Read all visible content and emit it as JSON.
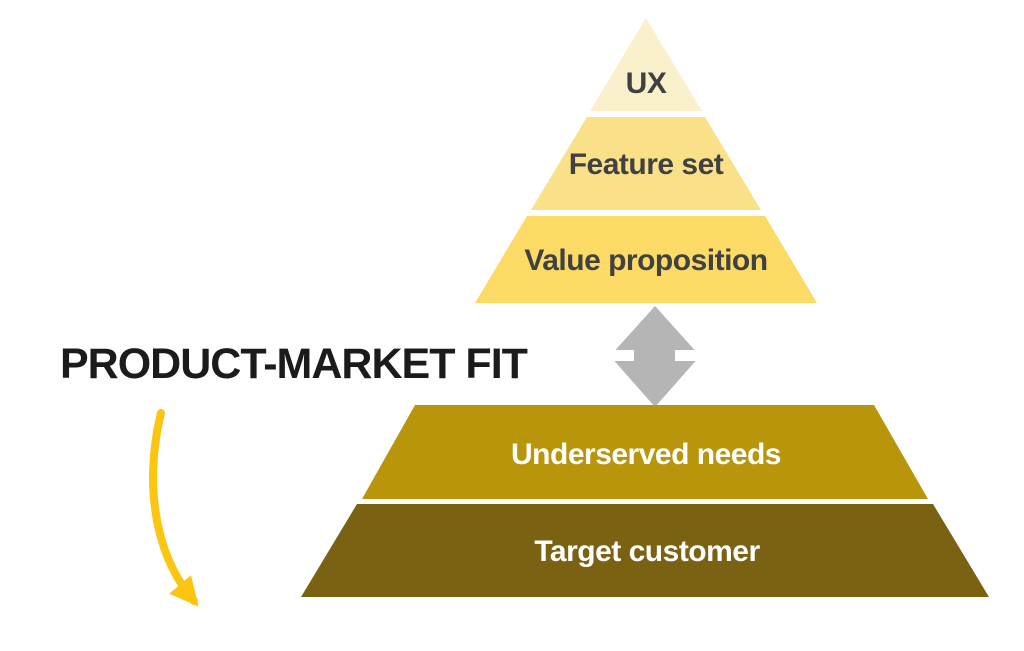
{
  "diagram": {
    "title": "PRODUCT-MARKET FIT",
    "title_color": "#1b1b1b",
    "background_color": "#ffffff",
    "connector": {
      "name": "up-down-arrow",
      "color": "#b5b5b5"
    },
    "pmf_arrow": {
      "name": "curved-down-arrow",
      "color": "#fcc511"
    },
    "layers": [
      {
        "id": "ux",
        "label": "UX",
        "fill": "#faf0cb",
        "text_color": "#414141"
      },
      {
        "id": "feature-set",
        "label": "Feature set",
        "fill": "#fae189",
        "text_color": "#414141"
      },
      {
        "id": "value-proposition",
        "label": "Value proposition",
        "fill": "#fbda66",
        "text_color": "#414141"
      },
      {
        "id": "underserved-needs",
        "label": "Underserved needs",
        "fill": "#b8950b",
        "text_color": "#ffffff"
      },
      {
        "id": "target-customer",
        "label": "Target customer",
        "fill": "#7a6212",
        "text_color": "#ffffff"
      }
    ]
  }
}
